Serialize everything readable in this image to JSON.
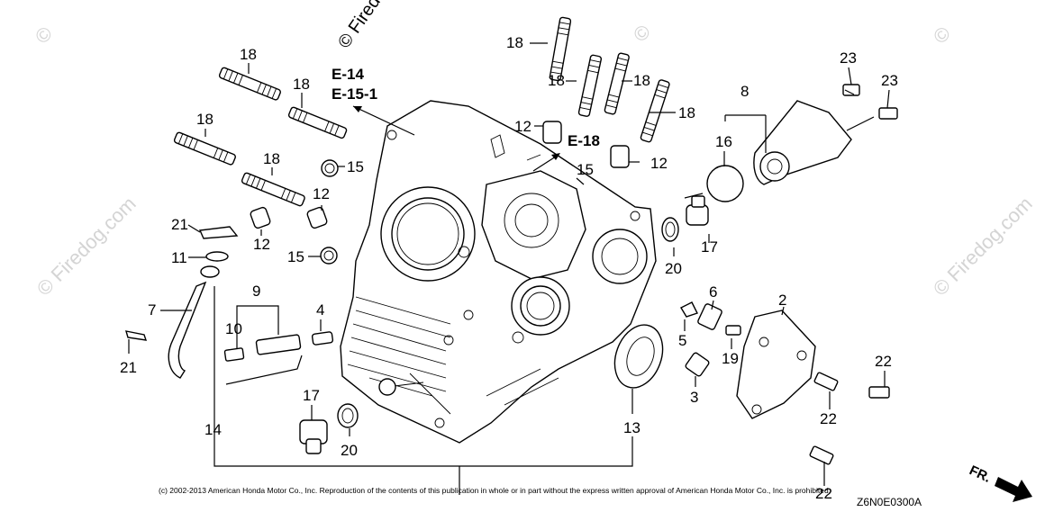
{
  "watermark": {
    "text_tilted": "© Firedog",
    "text_side": "© Firedog.com",
    "copy_mark": "©"
  },
  "part_labels": {
    "p18": "18",
    "p12": "12",
    "p15": "15",
    "p21": "21",
    "p11": "11",
    "p9": "9",
    "p10": "10",
    "p7": "7",
    "p4": "4",
    "p14": "14",
    "p17": "17",
    "p20": "20",
    "p13": "13",
    "p8": "8",
    "p16": "16",
    "p23": "23",
    "p6": "6",
    "p5": "5",
    "p19": "19",
    "p3": "3",
    "p2": "2",
    "p22": "22"
  },
  "references": {
    "e14": "E-14",
    "e151": "E-15-1",
    "e18": "E-18"
  },
  "copyright": "(c) 2002-2013 American Honda Motor Co., Inc. Reproduction of the contents of this publication in whole or in part without the express written approval of American Honda Motor Co., Inc. is prohibited.",
  "diagram_code": "Z6N0E0300A",
  "front_marker": "FR."
}
